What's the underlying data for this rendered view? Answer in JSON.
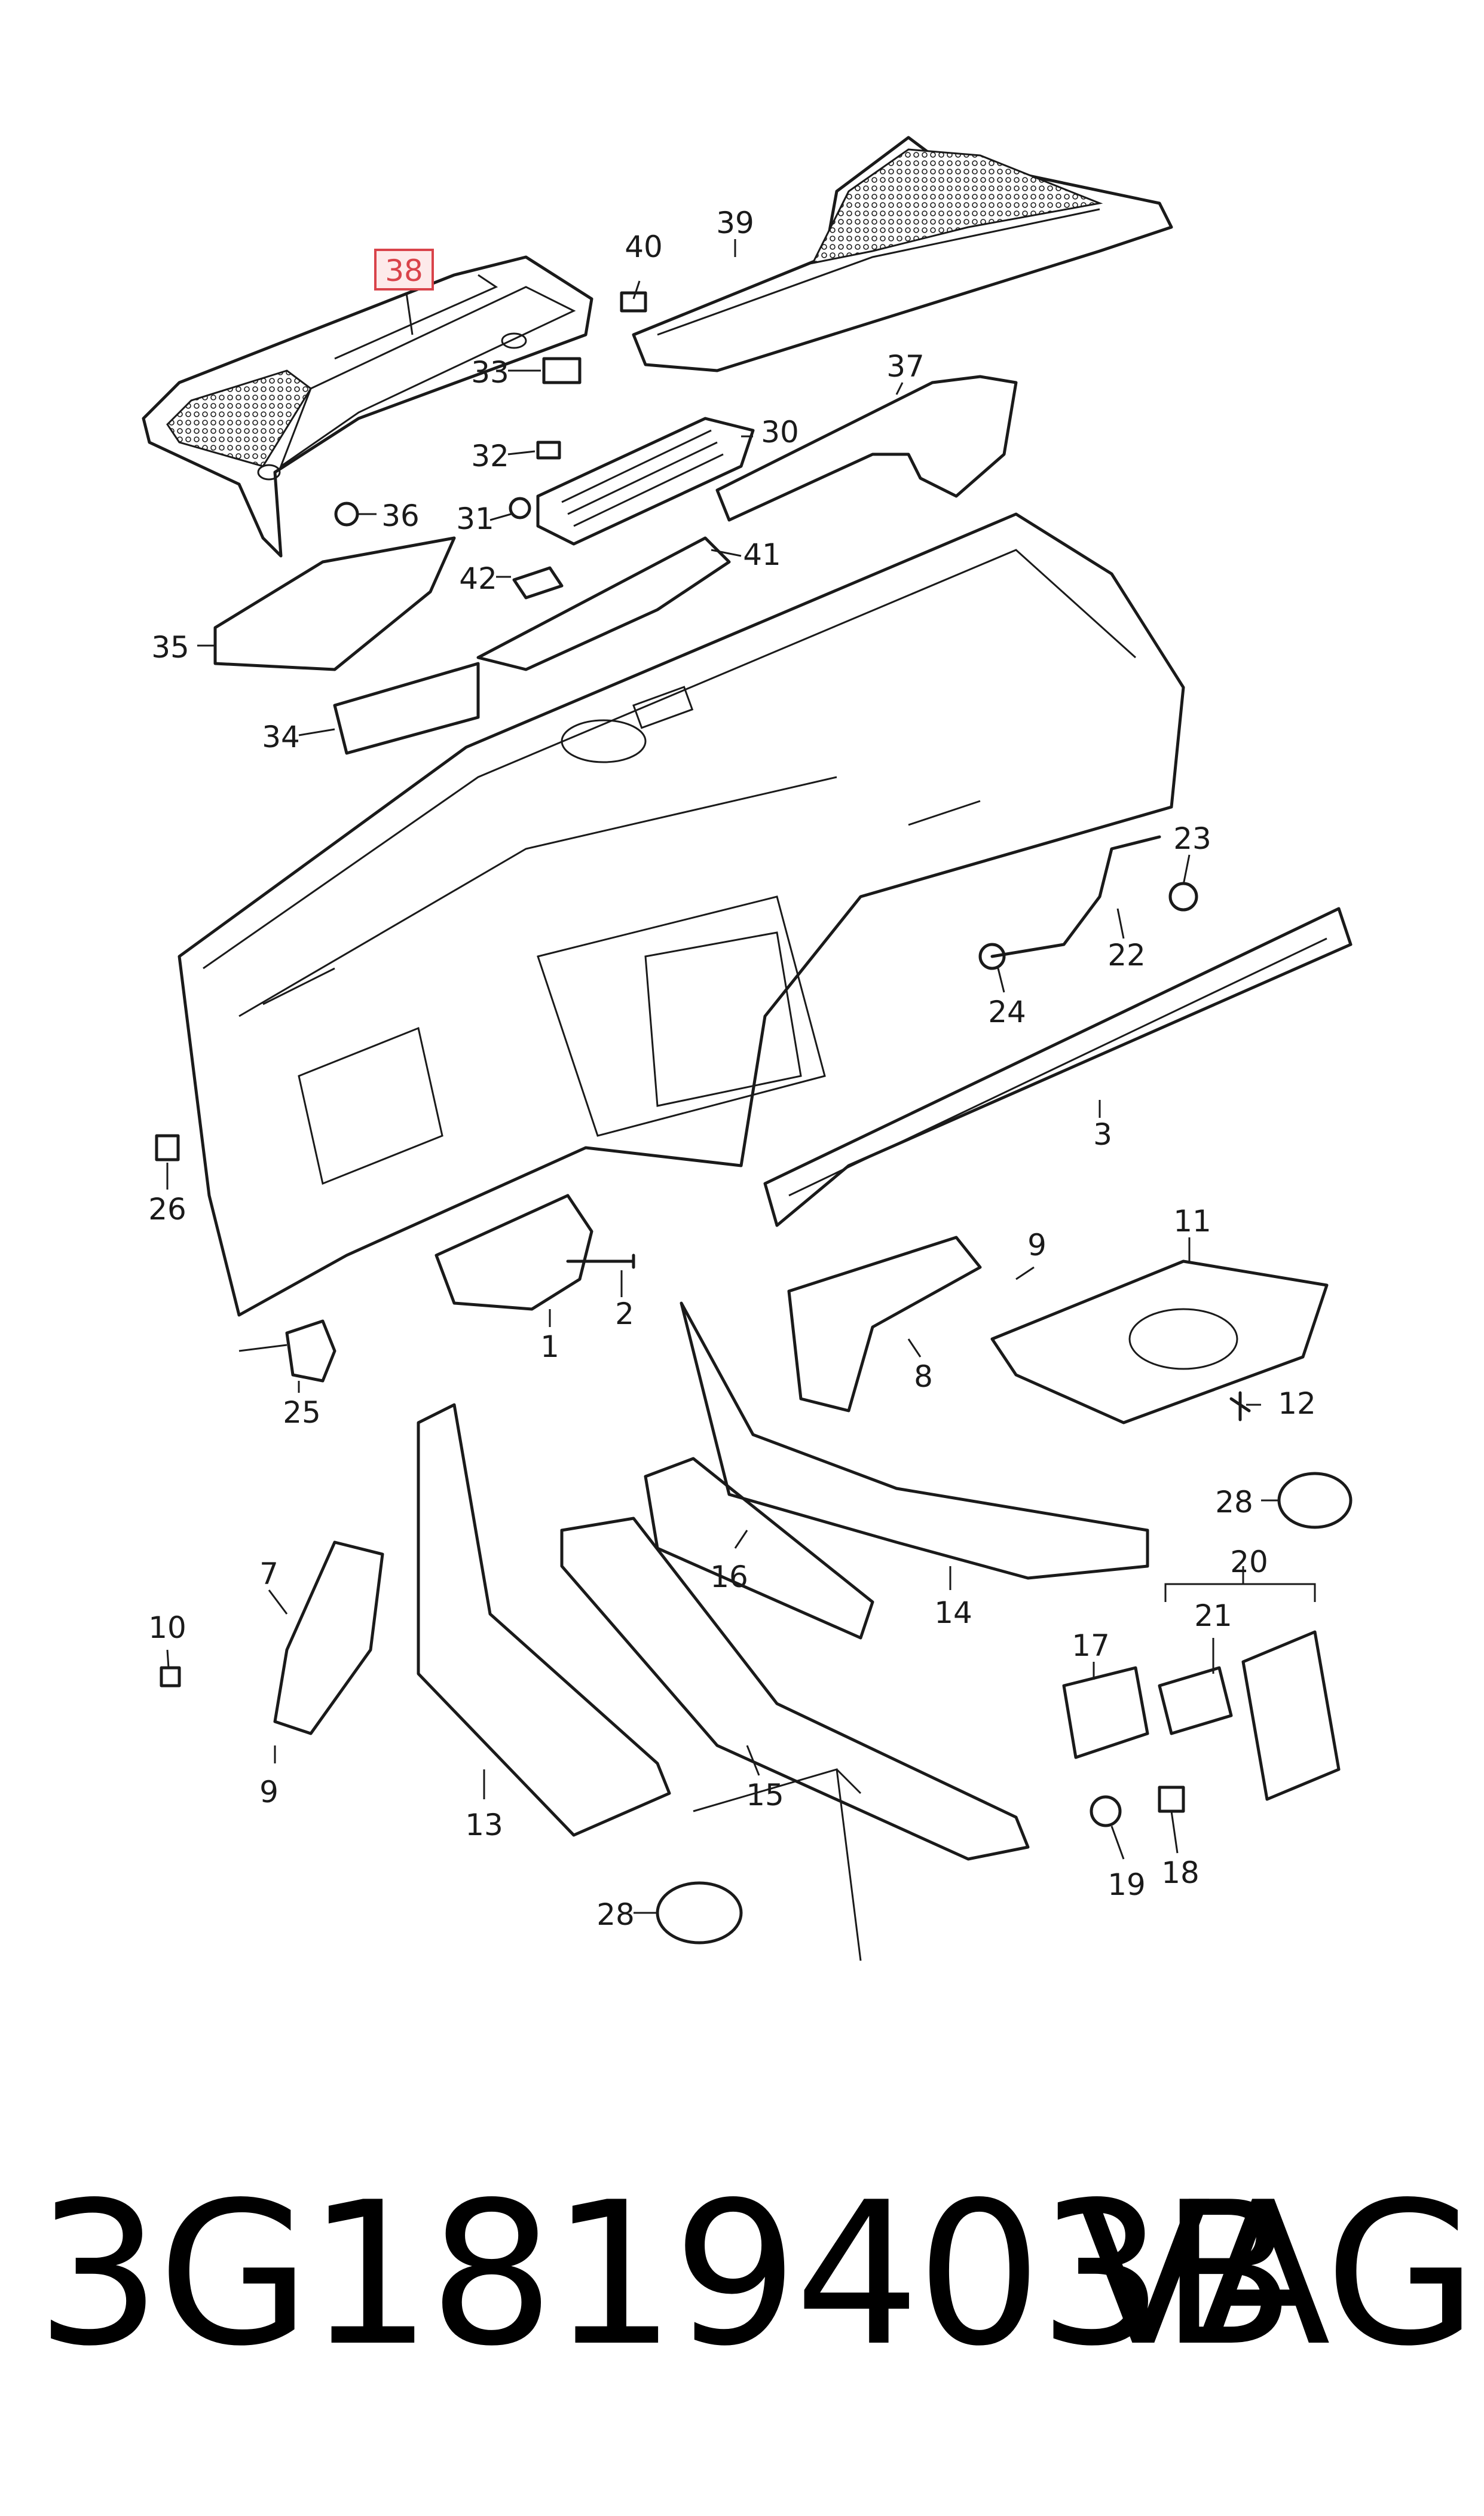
{
  "diagram": {
    "highlighted_part": "38",
    "labels": [
      {
        "id": "38",
        "text": "38"
      },
      {
        "id": "40",
        "text": "40"
      },
      {
        "id": "39",
        "text": "39"
      },
      {
        "id": "37",
        "text": "37"
      },
      {
        "id": "33",
        "text": "33"
      },
      {
        "id": "32",
        "text": "32"
      },
      {
        "id": "30",
        "text": "30"
      },
      {
        "id": "31",
        "text": "31"
      },
      {
        "id": "36",
        "text": "36"
      },
      {
        "id": "42",
        "text": "42"
      },
      {
        "id": "41",
        "text": "41"
      },
      {
        "id": "35",
        "text": "35"
      },
      {
        "id": "34",
        "text": "34"
      },
      {
        "id": "23",
        "text": "23"
      },
      {
        "id": "22",
        "text": "22"
      },
      {
        "id": "24",
        "text": "24"
      },
      {
        "id": "3",
        "text": "3"
      },
      {
        "id": "26",
        "text": "26"
      },
      {
        "id": "9a",
        "text": "9"
      },
      {
        "id": "11",
        "text": "11"
      },
      {
        "id": "2",
        "text": "2"
      },
      {
        "id": "1",
        "text": "1"
      },
      {
        "id": "8",
        "text": "8"
      },
      {
        "id": "12",
        "text": "12"
      },
      {
        "id": "25",
        "text": "25"
      },
      {
        "id": "28a",
        "text": "28"
      },
      {
        "id": "20",
        "text": "20"
      },
      {
        "id": "7",
        "text": "7"
      },
      {
        "id": "16",
        "text": "16"
      },
      {
        "id": "14",
        "text": "14"
      },
      {
        "id": "21",
        "text": "21"
      },
      {
        "id": "10",
        "text": "10"
      },
      {
        "id": "17",
        "text": "17"
      },
      {
        "id": "9b",
        "text": "9"
      },
      {
        "id": "13",
        "text": "13"
      },
      {
        "id": "15",
        "text": "15"
      },
      {
        "id": "19",
        "text": "19"
      },
      {
        "id": "18",
        "text": "18"
      },
      {
        "id": "28b",
        "text": "28"
      }
    ]
  },
  "footer": {
    "part_number": "3G1819403B",
    "brand": "VAG"
  },
  "colors": {
    "line": "#1a1a1a",
    "highlight": "#d9434a",
    "highlight_fill": "#fdeaea"
  }
}
